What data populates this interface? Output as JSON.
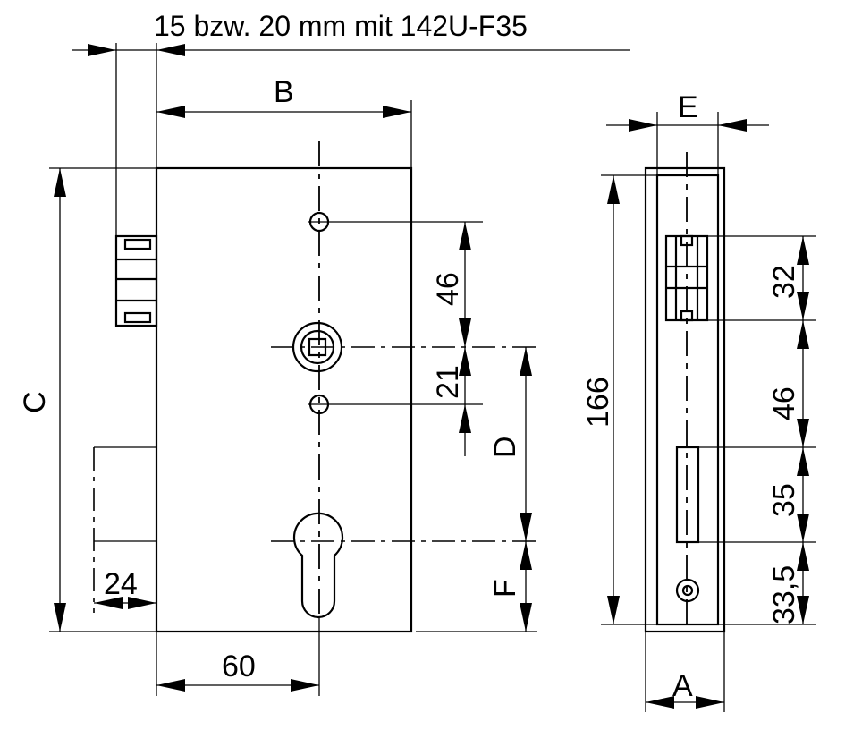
{
  "title": "15 bzw. 20 mm mit 142U-F35",
  "front_view": {
    "dim_B": "B",
    "dim_C": "C",
    "dim_D": "D",
    "dim_F": "F",
    "dim_46": "46",
    "dim_21": "21",
    "dim_24": "24",
    "dim_60": "60"
  },
  "side_view": {
    "dim_E": "E",
    "dim_A": "A",
    "dim_166": "166",
    "dim_32": "32",
    "dim_46": "46",
    "dim_35": "35",
    "dim_33_5": "33,5"
  }
}
